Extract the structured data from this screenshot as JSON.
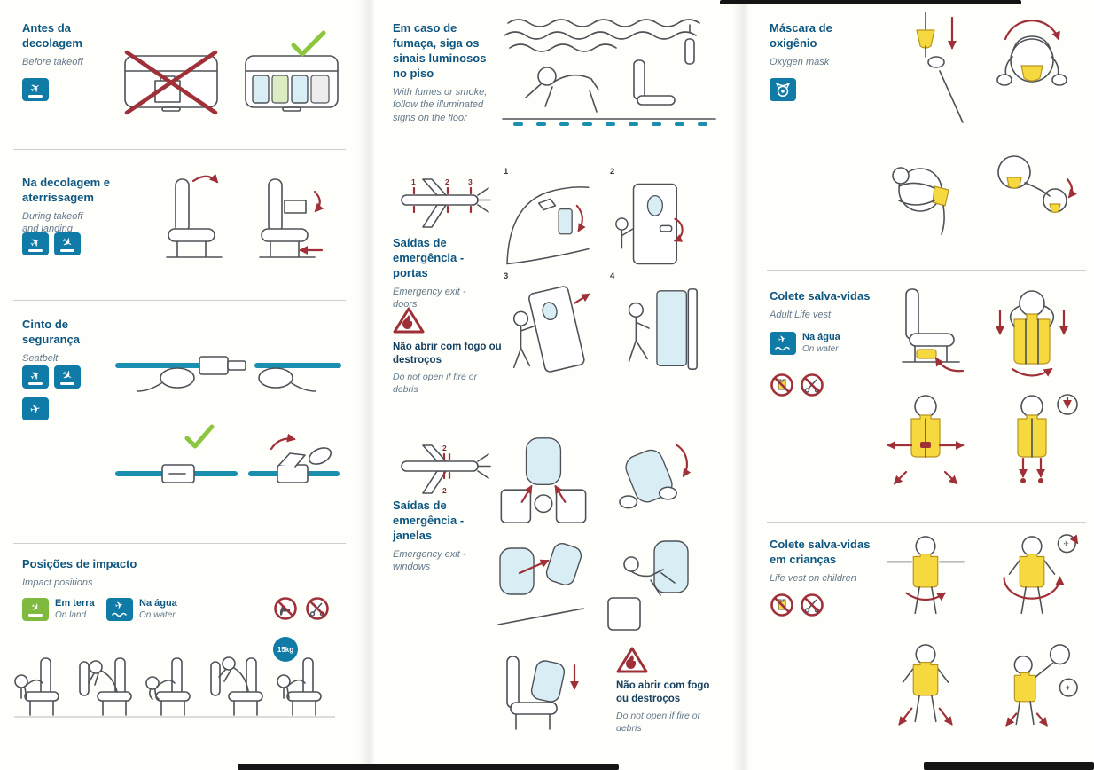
{
  "icons": {
    "plane": "✈"
  },
  "left": {
    "before_takeoff": {
      "title_pt": "Antes da decolagem",
      "title_en": "Before takeoff"
    },
    "takeoff_landing": {
      "title_pt": "Na decolagem e aterrissagem",
      "title_en": "During takeoff and landing"
    },
    "seatbelt": {
      "title_pt": "Cinto de segurança",
      "title_en": "Seatbelt"
    },
    "impact": {
      "title_pt": "Posições de impacto",
      "title_en": "Impact positions",
      "on_land_pt": "Em terra",
      "on_land_en": "On land",
      "on_water_pt": "Na água",
      "on_water_en": "On water",
      "weight_badge": "15kg"
    }
  },
  "middle": {
    "smoke": {
      "title_pt": "Em caso de fumaça, siga os sinais luminosos no piso",
      "title_en": "With fumes or smoke, follow the illuminated signs on the floor"
    },
    "exit_doors": {
      "title_pt": "Saídas de emergência - portas",
      "title_en": "Emergency exit - doors",
      "warning_pt": "Não abrir com fogo ou destroços",
      "warning_en": "Do not open if fire or debris",
      "diagram_exits": [
        "1",
        "2",
        "3"
      ],
      "steps": [
        "1",
        "2",
        "3",
        "4"
      ]
    },
    "exit_windows": {
      "title_pt": "Saídas de emergência - janelas",
      "title_en": "Emergency exit - windows",
      "warning_pt": "Não abrir com fogo ou destroços",
      "warning_en": "Do not open if fire or debris",
      "diagram_exit": "2"
    }
  },
  "right": {
    "oxygen": {
      "title_pt": "Máscara de oxigênio",
      "title_en": "Oxygen mask"
    },
    "adult_vest": {
      "title_pt": "Colete salva-vidas",
      "title_en": "Adult Life vest",
      "on_water_pt": "Na água",
      "on_water_en": "On water"
    },
    "child_vest": {
      "title_pt": "Colete salva-vidas em crianças",
      "title_en": "Life vest on children"
    }
  }
}
